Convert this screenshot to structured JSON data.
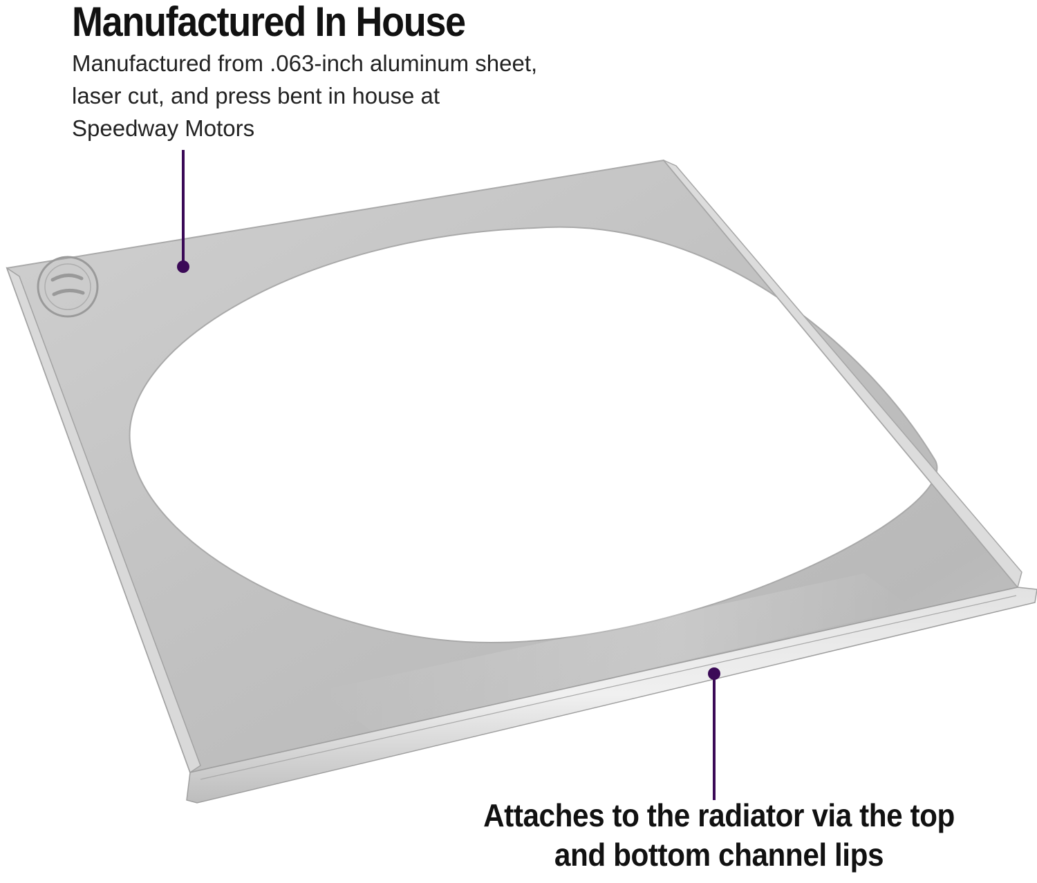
{
  "callouts": {
    "top": {
      "title": "Manufactured In House",
      "body": "Manufactured from .063-inch aluminum sheet, laser cut, and press bent in house at Speedway Motors"
    },
    "bottom": {
      "text": "Attaches to the radiator via the top and bottom channel lips"
    }
  },
  "colors": {
    "accent_line": "#3b0a57",
    "text": "#111111",
    "aluminum": "#c4c4c4"
  },
  "icons": {
    "logo": "speedway-motors-logo-icon"
  }
}
